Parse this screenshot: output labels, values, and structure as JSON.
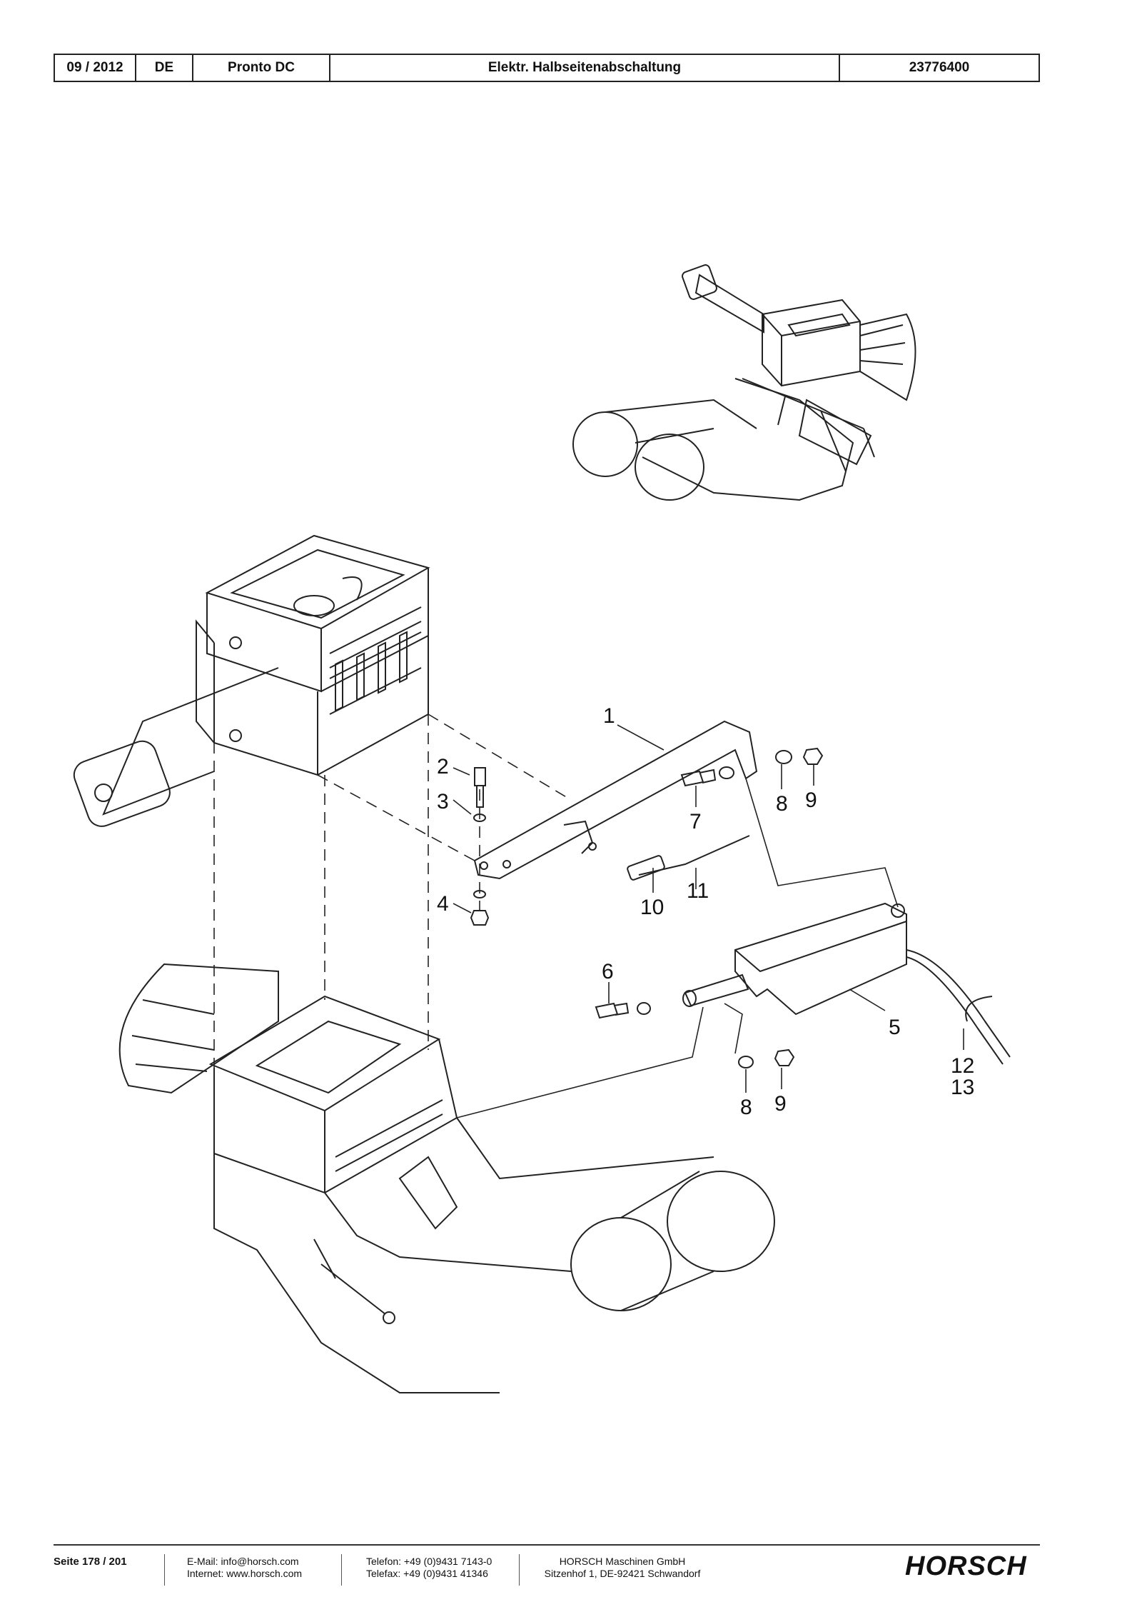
{
  "header": {
    "date": "09 / 2012",
    "lang": "DE",
    "model": "Pronto DC",
    "title": "Elektr. Halbseitenabschaltung",
    "part_no": "23776400"
  },
  "callouts": [
    "1",
    "2",
    "3",
    "4",
    "5",
    "6",
    "7",
    "8",
    "9",
    "10",
    "11",
    "12",
    "13"
  ],
  "footer": {
    "page": "Seite 178 / 201",
    "email": "E-Mail: info@horsch.com",
    "internet": "Internet: www.horsch.com",
    "phone": "Telefon: +49 (0)9431 7143-0",
    "fax": "Telefax: +49 (0)9431 41346",
    "company": "HORSCH Maschinen GmbH",
    "address": "Sitzenhof 1, DE-92421 Schwandorf",
    "logo": "HORSCH"
  }
}
